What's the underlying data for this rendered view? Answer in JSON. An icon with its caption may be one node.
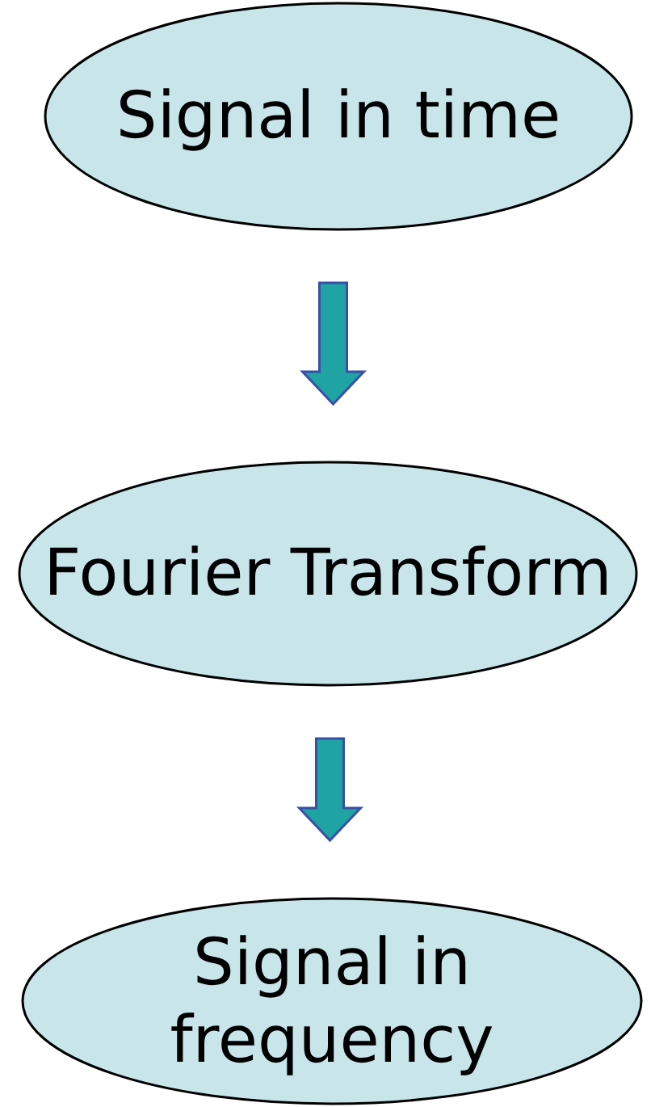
{
  "diagram": {
    "nodes": [
      {
        "text": [
          "Signal in time"
        ]
      },
      {
        "text": [
          "Fourier Transform"
        ]
      },
      {
        "text": [
          "Signal in frequency"
        ]
      }
    ],
    "edges": [
      {
        "from": 0,
        "to": 1,
        "arrow": "to"
      },
      {
        "from": 1,
        "to": 2,
        "arrow": "to"
      }
    ]
  }
}
